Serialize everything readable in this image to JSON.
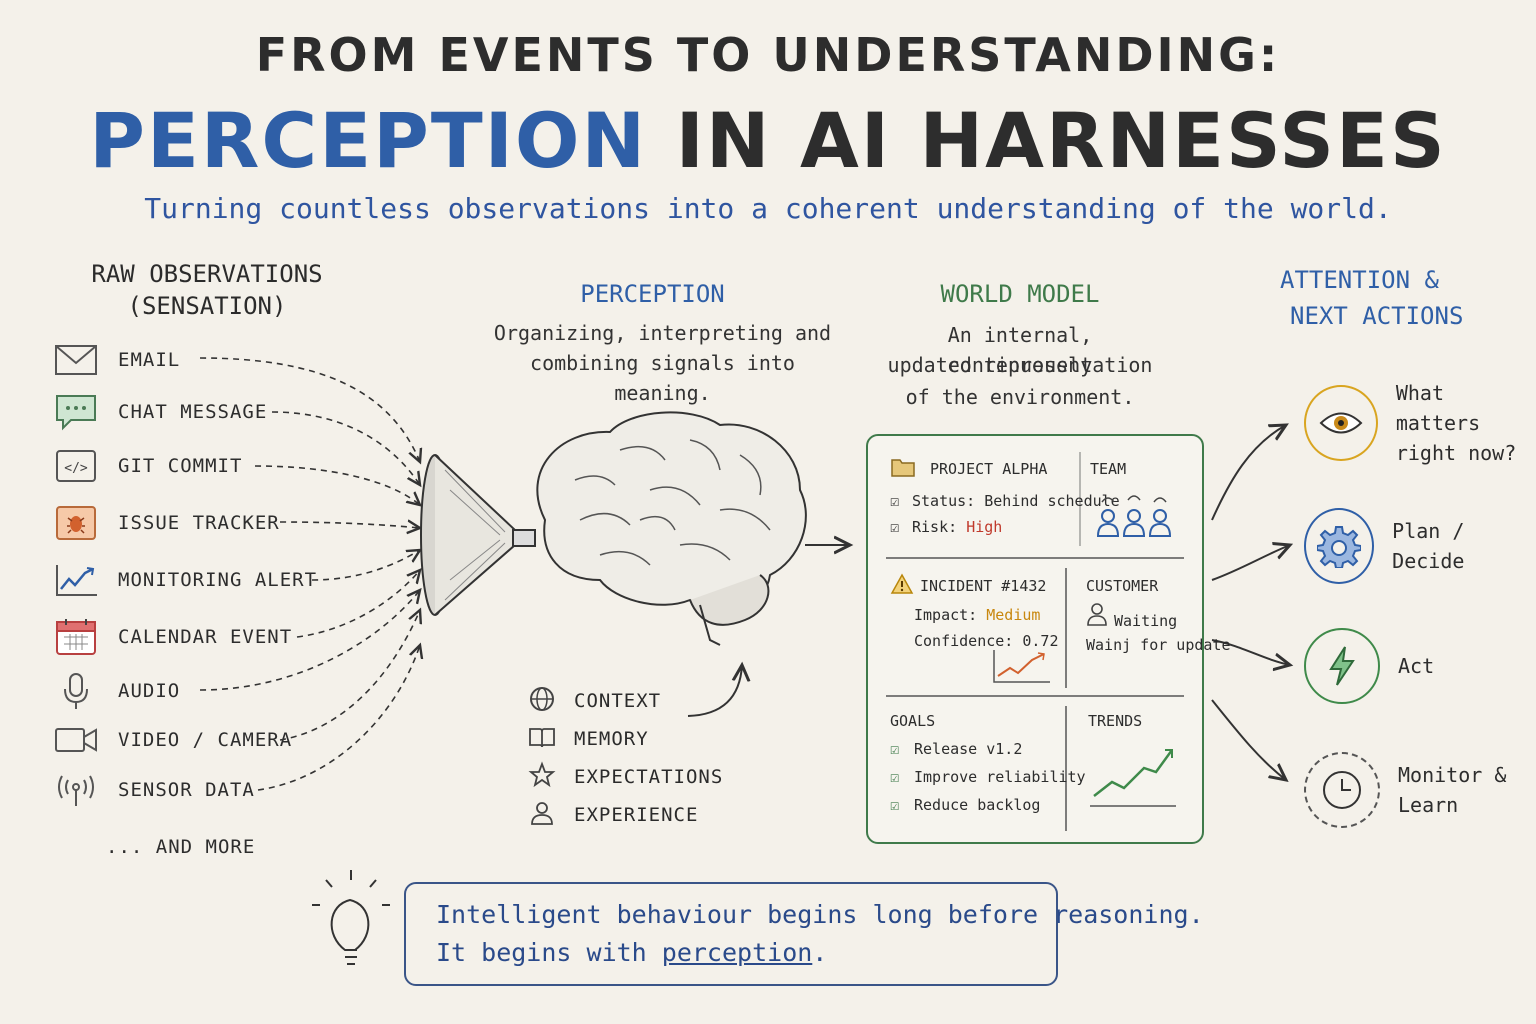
{
  "title": {
    "line1": "FROM EVENTS TO UNDERSTANDING:",
    "highlight": "PERCEPTION",
    "rest": "IN AI  HARNESSES"
  },
  "subtitle": "Turning countless observations into a coherent understanding of the world.",
  "raw": {
    "heading1": "RAW OBSERVATIONS",
    "heading2": "(SENSATION)",
    "items": [
      {
        "label": "EMAIL",
        "icon": "envelope-icon"
      },
      {
        "label": "CHAT MESSAGE",
        "icon": "chat-bubble-icon"
      },
      {
        "label": "GIT COMMIT",
        "icon": "code-icon"
      },
      {
        "label": "ISSUE TRACKER",
        "icon": "bug-icon"
      },
      {
        "label": "MONITORING ALERT",
        "icon": "line-chart-icon"
      },
      {
        "label": "CALENDAR EVENT",
        "icon": "calendar-icon"
      },
      {
        "label": "AUDIO",
        "icon": "microphone-icon"
      },
      {
        "label": "VIDEO / CAMERA",
        "icon": "video-camera-icon"
      },
      {
        "label": "SENSOR DATA",
        "icon": "antenna-icon"
      }
    ],
    "more": "... AND MORE"
  },
  "perception": {
    "heading": "PERCEPTION",
    "desc1": "Organizing, interpreting and",
    "desc2": "combining signals into meaning.",
    "factors": [
      {
        "label": "CONTEXT",
        "icon": "globe-icon"
      },
      {
        "label": "MEMORY",
        "icon": "book-icon"
      },
      {
        "label": "EXPECTATIONS",
        "icon": "star-icon"
      },
      {
        "label": "EXPERIENCE",
        "icon": "person-icon"
      }
    ]
  },
  "world_model": {
    "heading": "WORLD MODEL",
    "desc1": "An internal, continuously",
    "desc2": "updated representation",
    "desc3": "of the environment.",
    "project": {
      "title": "PROJECT ALPHA",
      "status": "Status: Behind schedule",
      "risk_label": "Risk:",
      "risk_value": "High"
    },
    "team": {
      "title": "TEAM"
    },
    "incident": {
      "title": "INCIDENT #1432",
      "impact_label": "Impact:",
      "impact_value": "Medium",
      "confidence": "Confidence: 0.72"
    },
    "customer": {
      "title": "CUSTOMER",
      "status": "Waiting",
      "note": "Wainj for update"
    },
    "goals": {
      "title": "GOALS",
      "items": [
        "Release v1.2",
        "Improve reliability",
        "Reduce backlog"
      ]
    },
    "trends": {
      "title": "TRENDS"
    }
  },
  "actions": {
    "heading1": "ATTENTION &",
    "heading2": "NEXT ACTIONS",
    "items": [
      {
        "line1": "What matters",
        "line2": "right now?",
        "icon": "eye-icon",
        "color": "#d9a520"
      },
      {
        "line1": "Plan / Decide",
        "line2": "",
        "icon": "gear-icon",
        "color": "#2f5fa7"
      },
      {
        "line1": "Act",
        "line2": "",
        "icon": "lightning-icon",
        "color": "#3f8a4a"
      },
      {
        "line1": "Monitor &",
        "line2": "Learn",
        "icon": "clock-icon",
        "color": "#555555"
      }
    ]
  },
  "quote": {
    "line1": "Intelligent behaviour begins long before reasoning.",
    "line2_prefix": "It begins with ",
    "line2_emph": "perception",
    "line2_suffix": "."
  },
  "colors": {
    "blue": "#2f5fa7",
    "green": "#3f7a4a",
    "red": "#c0392b",
    "amber": "#c8870e",
    "ink": "#2d2d2d"
  }
}
